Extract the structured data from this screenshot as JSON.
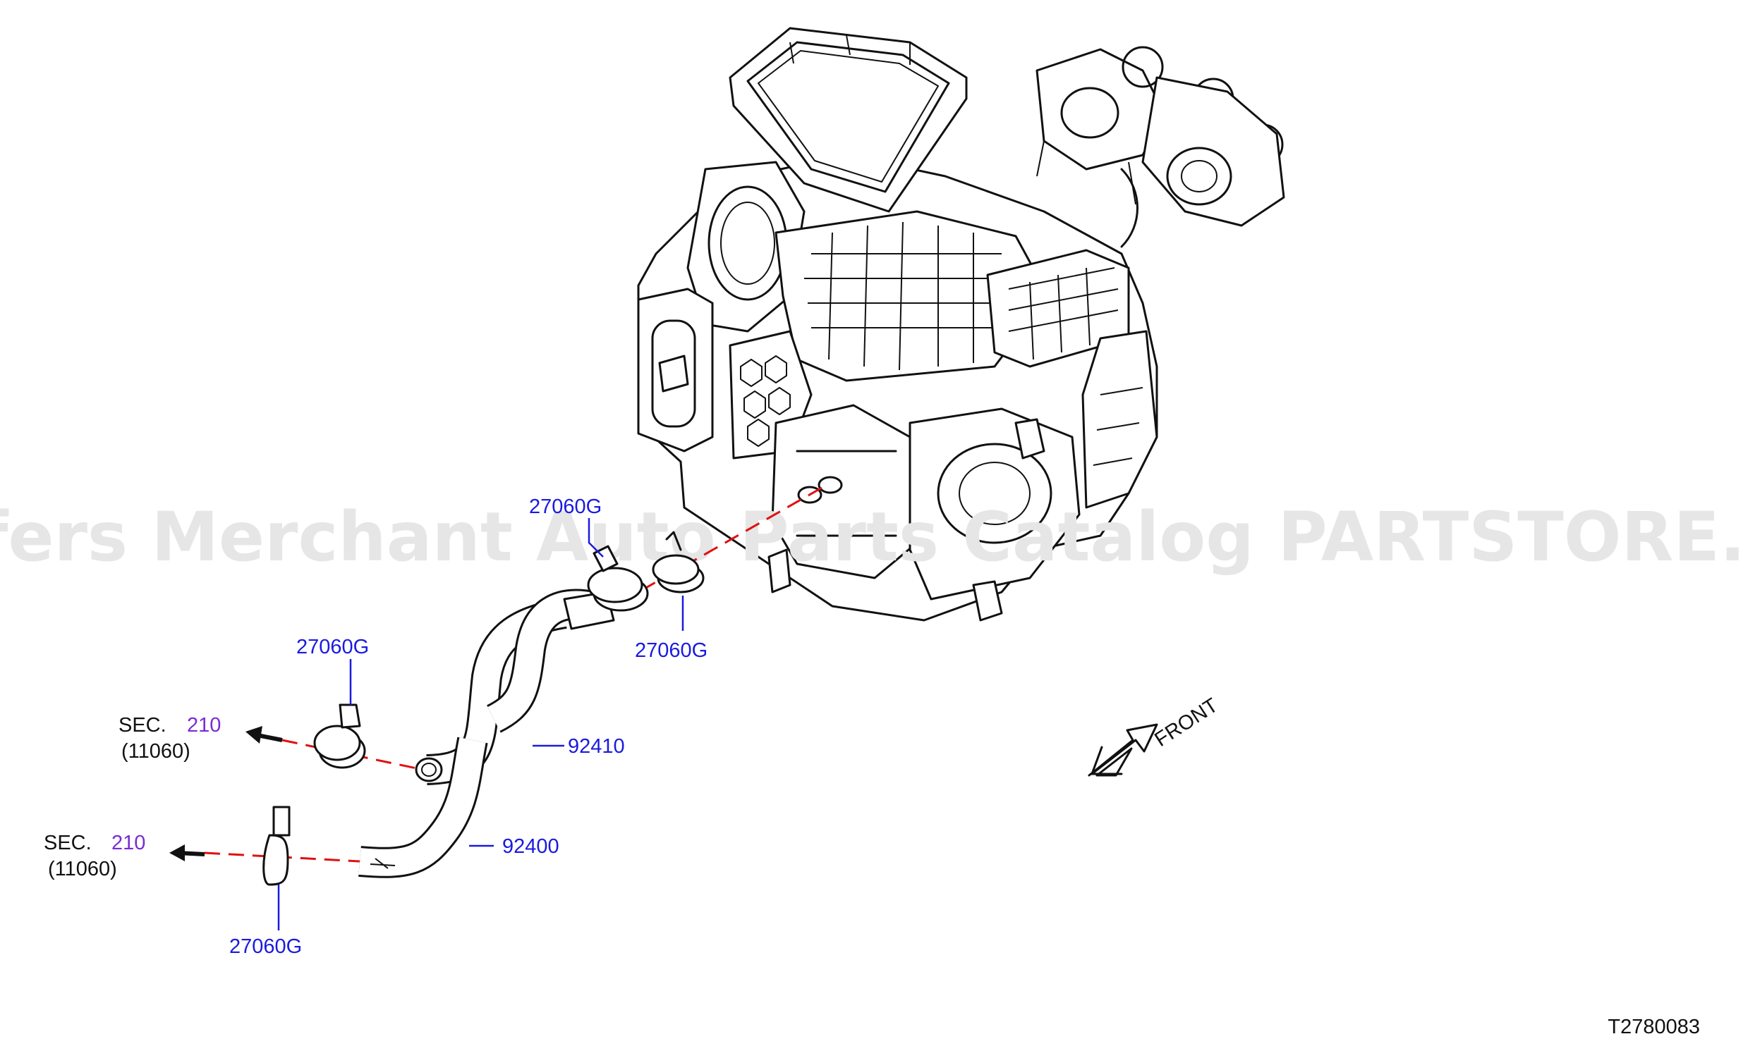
{
  "diagram": {
    "watermark": "Offers Merchant Auto Parts Catalog PARTSTORE.SA",
    "code": "T2780083",
    "front_label": "FRONT",
    "part_labels": {
      "clamp_top_left": "27060G",
      "clamp_top_right": "27060G",
      "clamp_upper_hose": "27060G",
      "clamp_lower_hose": "27060G",
      "hose_upper": "92410",
      "hose_lower": "92400"
    },
    "section_refs": [
      {
        "prefix": "SEC.",
        "number": "210",
        "sub": "(11060)"
      },
      {
        "prefix": "SEC.",
        "number": "210",
        "sub": "(11060)"
      }
    ],
    "colors": {
      "part_label": "#1a1ae0",
      "section_number": "#7a2bd6",
      "connection_line": "#e01010",
      "line_art": "#111111"
    }
  }
}
